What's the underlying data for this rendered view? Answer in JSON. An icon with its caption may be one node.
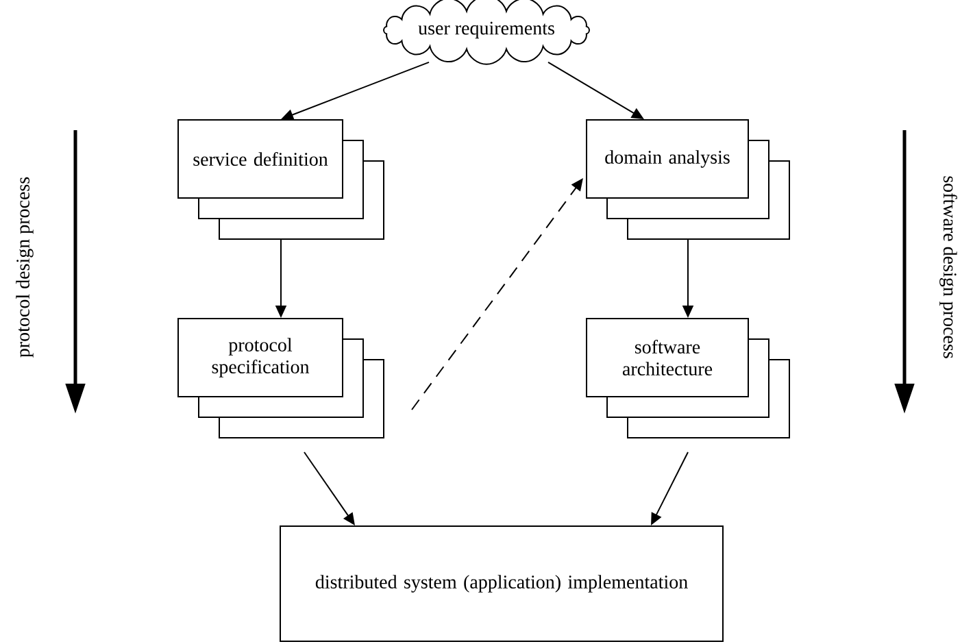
{
  "diagram": {
    "nodes": [
      {
        "text": [
          "user requirements"
        ]
      },
      {
        "text": [
          "service definition"
        ]
      },
      {
        "text": [
          "domain analysis"
        ]
      },
      {
        "text": [
          "protocol specification"
        ]
      },
      {
        "text": [
          "software architecture"
        ]
      },
      {
        "text": [
          "distributed system (application) implementation"
        ]
      }
    ],
    "edges": [
      {
        "from": 0,
        "to": 1,
        "arrow": "to"
      },
      {
        "from": 0,
        "to": 2,
        "arrow": "to"
      },
      {
        "from": 1,
        "to": 3,
        "arrow": "to"
      },
      {
        "from": 2,
        "to": 4,
        "arrow": "to"
      },
      {
        "from": 3,
        "to": 2,
        "arrow": "to",
        "style": "dashed"
      },
      {
        "from": 3,
        "to": 5,
        "arrow": "to"
      },
      {
        "from": 4,
        "to": 5,
        "arrow": "to"
      }
    ],
    "labels": [
      "protocol design process",
      "software design process"
    ]
  }
}
